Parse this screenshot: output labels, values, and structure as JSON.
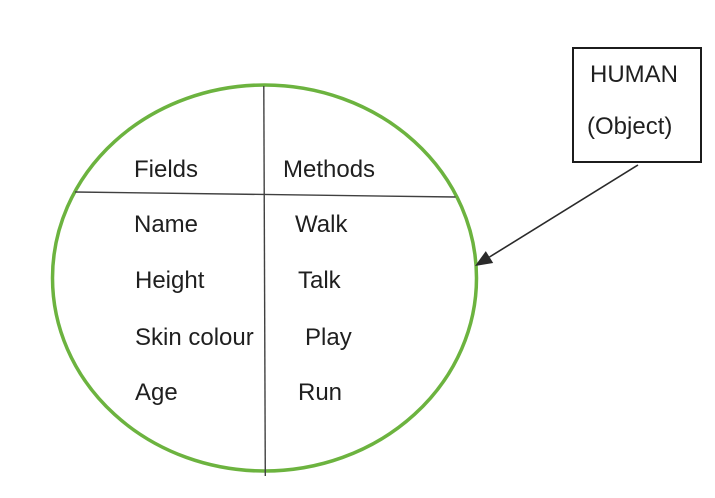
{
  "object_box": {
    "line1": "HUMAN",
    "line2": "(Object)"
  },
  "circle_table": {
    "columns": [
      {
        "header": "Fields",
        "items": [
          "Name",
          "Height",
          "Skin colour",
          "Age"
        ]
      },
      {
        "header": "Methods",
        "items": [
          "Walk",
          "Talk",
          "Play",
          "Run"
        ]
      }
    ]
  },
  "colors": {
    "circle_stroke": "#6CB33F",
    "divider_line": "#404040",
    "arrow": "#2a2a2a",
    "box_border": "#1c1c1c",
    "text": "#1f1f1f",
    "background": "#ffffff"
  }
}
